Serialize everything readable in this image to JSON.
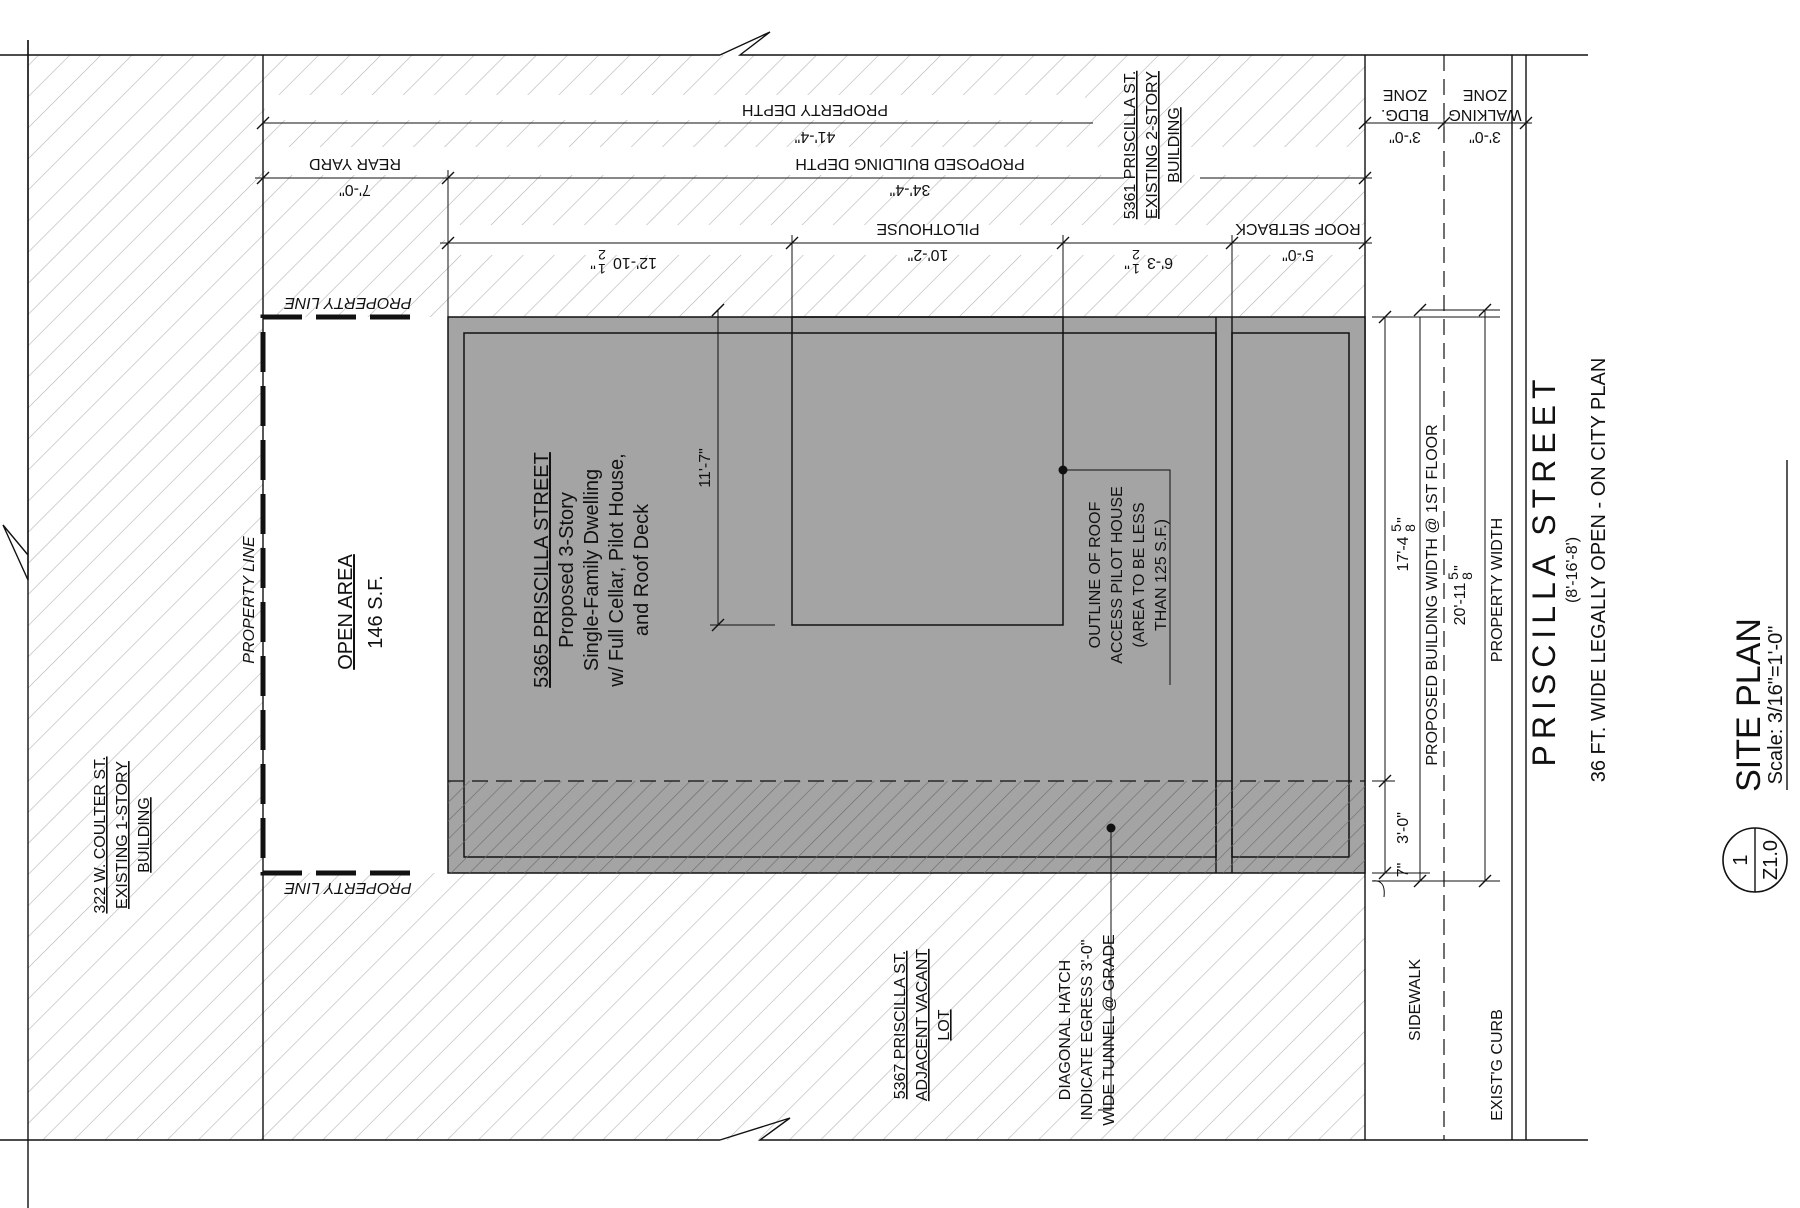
{
  "colors": {
    "building_fill": "#a4a4a4",
    "hatch": "#b4b4b4",
    "egress_hatch": "#6a6a6a",
    "line": "#111111"
  },
  "title_block": {
    "detail_number": "1",
    "sheet_number": "Z1.0",
    "title": "SITE PLAN",
    "scale": "Scale: 3/16\"=1'-0\""
  },
  "street": {
    "name": "PRISCILLA STREET",
    "width_range": "(8'-16'-8')",
    "note": "36 FT. WIDE LEGALLY OPEN - ON CITY PLAN"
  },
  "building": {
    "address": "5365 PRISCILLA STREET",
    "desc_line1": "Proposed 3-Story",
    "desc_line2": "Single-Family Dwelling",
    "desc_line3": "w/ Full Cellar, Pilot House,",
    "desc_line4": "and Roof Deck"
  },
  "open_area": {
    "label": "OPEN AREA",
    "area": "146 S.F."
  },
  "property_line_label": "PROPERTY LINE",
  "neighbors": {
    "rear": {
      "line1": "322 W. COULTER ST.",
      "line2": "EXISTING 1-STORY",
      "line3": "BUILDING"
    },
    "adjacent_top": {
      "line1": "5361 PRISCILLA ST.",
      "line2": "EXISTING 2-STORY",
      "line3": "BUILDING"
    },
    "adjacent_bottom": {
      "line1": "5367 PRISCILLA ST.",
      "line2": "ADJACENT VACANT",
      "line3": "LOT"
    }
  },
  "notes": {
    "pilot_outline": {
      "line1": "OUTLINE OF ROOF",
      "line2": "ACCESS PILOT HOUSE",
      "line3": "(AREA TO BE LESS",
      "line4": "THAN 125 S.F.)"
    },
    "egress": {
      "line1": "DIAGONAL HATCH",
      "line2": "INDICATE EGRESS 3'-0\"",
      "line3": "WIDE TUNNEL @ GRADE"
    }
  },
  "sidewalk": {
    "label": "SIDEWALK",
    "curb_label": "EXIST'G CURB",
    "bldg_zone": {
      "line1": "BLDG.",
      "line2": "ZONE",
      "dim": "3'-0\""
    },
    "walking_zone": {
      "line1": "WALKING",
      "line2": "ZONE",
      "dim": "3'-0\""
    }
  },
  "dimensions": {
    "property_depth": {
      "label": "PROPERTY DEPTH",
      "value": "41'-4\""
    },
    "building_depth": {
      "label": "PROPOSED BUILDING DEPTH",
      "value": "34'-4\""
    },
    "rear_yard": {
      "label": "REAR YARD",
      "value": "7'-0\""
    },
    "pilothouse": {
      "label": "PILOTHOUSE",
      "value": "10'-2\""
    },
    "roof_setback": {
      "label": "ROOF SETBACK",
      "value": "5'-0\""
    },
    "seg_rear": {
      "whole": "12'-10",
      "frac_num": "1",
      "frac_den": "2",
      "unit": "\""
    },
    "seg_mid": {
      "whole": "6'-3",
      "frac_num": "1",
      "frac_den": "2",
      "unit": "\""
    },
    "pilot_width": {
      "value": "11'-7\""
    },
    "building_width": {
      "whole": "17'-4",
      "frac_num": "5",
      "frac_den": "8",
      "unit": "\""
    },
    "property_width_value": {
      "whole": "20'-11",
      "frac_num": "5",
      "frac_den": "8",
      "unit": "\""
    },
    "building_width_label": "PROPOSED BUILDING WIDTH @ 1ST FLOOR",
    "property_width_label": "PROPERTY WIDTH",
    "egress": {
      "value": "3'-0\""
    },
    "offset": {
      "value": "7\""
    }
  }
}
